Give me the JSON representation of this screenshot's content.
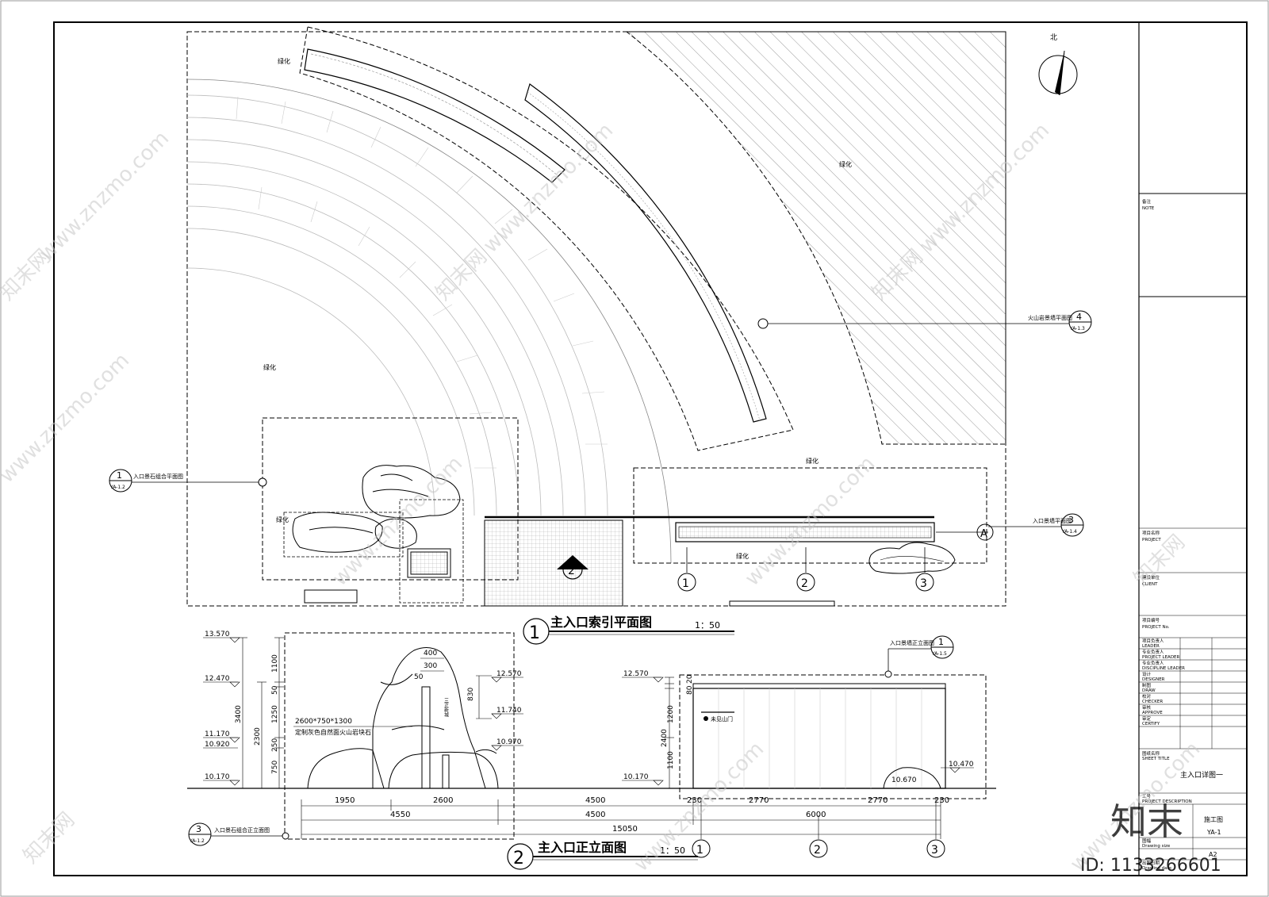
{
  "north_label": "北",
  "plan": {
    "title": "主入口索引平面图",
    "scale": "1：50",
    "number": "1",
    "labels": {
      "greenery_a": "绿化",
      "greenery_b": "绿化",
      "greenery_c": "绿化",
      "greenery_d": "绿化",
      "greenery_e": "绿化",
      "greenery_f": "绿化"
    },
    "callouts": {
      "c1_num": "1",
      "c1_ref": "YA-1.2",
      "c1_text": "入口景石组合平面图",
      "c3_num": "3",
      "c3_ref": "YA-1.4",
      "c3_text": "入口景墙平面图",
      "c4_num": "4",
      "c4_ref": "YA-1.3",
      "c4_text": "火山岩景墙平面图"
    },
    "grid_markers": [
      "1",
      "2",
      "3"
    ],
    "section_mark": "A",
    "entry_mark": "2"
  },
  "elevation": {
    "title": "主入口正立面图",
    "scale": "1：50",
    "number": "2",
    "levels_left": [
      "13.570",
      "12.470",
      "11.170",
      "10.920",
      "10.170"
    ],
    "levels_stone": [
      "12.570",
      "11.740",
      "10.970"
    ],
    "dims_vertical_left": [
      "1100",
      "50",
      "1250",
      "250",
      "750"
    ],
    "dims_vertical_total": [
      "3400",
      "2300"
    ],
    "dims_stone_top": [
      "400",
      "300",
      "50",
      "830"
    ],
    "stone_note_1": "2600*750*1300",
    "stone_note_2": "定制灰色自然面火山岩块石",
    "sign_text": "三正新城",
    "dims_h_row1": [
      "1950",
      "2600",
      "4500"
    ],
    "dims_h_row2": [
      "4550",
      "4500",
      "6000"
    ],
    "dims_h_total": "15050",
    "dims_h_wall": [
      "230",
      "2770",
      "2770",
      "230"
    ],
    "callout_left_num": "3",
    "callout_left_ref": "YA-1.2",
    "callout_left_text": "入口景石组合正立面图",
    "callout_wall_num": "1",
    "callout_wall_ref": "YA-1.5",
    "callout_wall_text": "入口景墙正立面图",
    "wall_levels": [
      "12.570",
      "10.170",
      "10.470",
      "10.670"
    ],
    "wall_dims_v": [
      "20",
      "80",
      "1200",
      "2400",
      "1100"
    ],
    "wall_sign": "未见山门",
    "grid_markers": [
      "1",
      "2",
      "3"
    ]
  },
  "title_block": {
    "note_cn": "备注",
    "note_en": "NOTE",
    "project_cn": "项目名称",
    "project_en": "PROJECT",
    "client_cn": "建设单位",
    "client_en": "CLIENT",
    "project_no_cn": "项目编号",
    "project_no_en": "PROJECT No.",
    "roles": [
      {
        "cn": "项目负责人",
        "en": "LEADER"
      },
      {
        "cn": "专业负责人",
        "en": "PROJECT LEADER"
      },
      {
        "cn": "专业负责人",
        "en": "DISCIPLINE LEADER"
      },
      {
        "cn": "设计",
        "en": "DESIGNER"
      },
      {
        "cn": "制图",
        "en": "DRAW"
      },
      {
        "cn": "校对",
        "en": "CHECKER"
      },
      {
        "cn": "审核",
        "en": "APPROVE"
      },
      {
        "cn": "审定",
        "en": "CERTIFY"
      }
    ],
    "sheet_title_cn": "图纸名称",
    "sheet_title_en": "SHEET TITLE",
    "sheet_title_value": "主入口详图一",
    "stage_cn": "工号",
    "stage_en": "PROJECT DESCRIPTION",
    "stage_value": "施工图",
    "sheet_no_value": "YA-1",
    "size_cn": "图幅",
    "size_en": "Drawing size",
    "size_value": "A2",
    "date_cn": "出图日期",
    "date_en": "Drawing date"
  },
  "watermark": {
    "site": "www.znzmo.com",
    "brand": "知末网",
    "logo": "知末",
    "id": "ID: 1133266601"
  }
}
